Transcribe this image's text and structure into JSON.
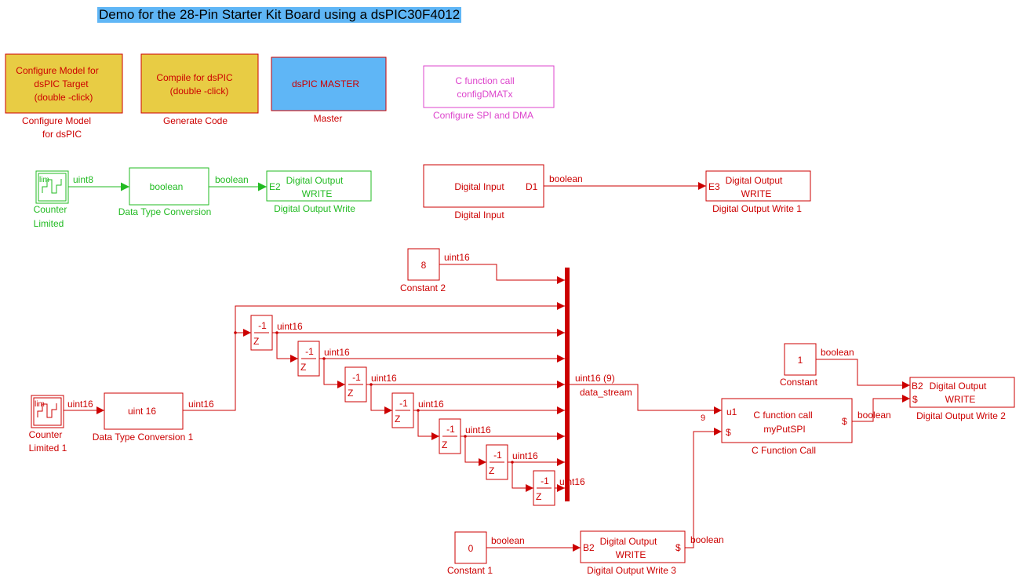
{
  "title": "Demo for the 28-Pin Starter Kit Board using a dsPIC30F4012",
  "colors": {
    "accent_red": "#cc0000",
    "green": "#22bb22",
    "magenta": "#dd44cc",
    "config_fill": "#e8cc44",
    "master_fill": "#5fb6f6",
    "title_bg": "#5fb6f6"
  },
  "config_blocks": {
    "configure": {
      "lines": [
        "Configure Model for",
        "dsPIC Target",
        "(double  -click)"
      ],
      "caption": [
        "Configure Model",
        "for dsPIC"
      ]
    },
    "compile": {
      "lines": [
        "Compile for dsPIC",
        "(double  -click)"
      ],
      "caption": "Generate Code"
    },
    "master": {
      "label": "dsPIC MASTER",
      "caption": "Master"
    },
    "cfunc_config": {
      "lines": [
        "C function call",
        "configDMATx"
      ],
      "caption": "Configure SPI and DMA"
    }
  },
  "green_chain": {
    "counter": {
      "icon_text": "lim",
      "caption": [
        "Counter",
        "Limited"
      ]
    },
    "sig1": "uint8",
    "dtc": {
      "label": "boolean",
      "caption": "Data Type Conversion"
    },
    "sig2": "boolean",
    "dout": {
      "port": "E2",
      "lines": [
        "Digital Output",
        "WRITE"
      ],
      "caption": "Digital Output Write"
    }
  },
  "input_chain": {
    "din": {
      "label": "Digital Input",
      "port": "D1",
      "caption": "Digital Input"
    },
    "sig": "boolean",
    "dout": {
      "port": "E3",
      "lines": [
        "Digital Output",
        "WRITE"
      ],
      "caption": "Digital Output Write   1"
    }
  },
  "spi_chain": {
    "counter": {
      "icon_text": "lim",
      "caption": [
        "Counter",
        "Limited  1"
      ]
    },
    "sig_in": "uint16",
    "dtc": {
      "label": "uint 16",
      "caption": "Data Type Conversion   1"
    },
    "sig_out": "uint16",
    "constant2": {
      "value": "8",
      "caption": "Constant 2",
      "sig": "uint16"
    },
    "delays": [
      {
        "num": "-1",
        "den": "Z",
        "sig": "uint16"
      },
      {
        "num": "-1",
        "den": "Z",
        "sig": "uint16"
      },
      {
        "num": "-1",
        "den": "Z",
        "sig": "uint16"
      },
      {
        "num": "-1",
        "den": "Z",
        "sig": "uint16"
      },
      {
        "num": "-1",
        "den": "Z",
        "sig": "uint16"
      },
      {
        "num": "-1",
        "den": "Z",
        "sig": "uint16"
      },
      {
        "num": "-1",
        "den": "Z",
        "sig": "uint16"
      }
    ],
    "mux": {
      "sig": "uint16 (9)",
      "name": "data_stream",
      "width_label": "9"
    },
    "cfunc": {
      "lines": [
        "C function call",
        "myPutSPI"
      ],
      "port_in1": "u1",
      "port_in2": "$",
      "port_out": "$",
      "caption": "C Function Call"
    },
    "constant": {
      "value": "1",
      "caption": "Constant",
      "sig": "boolean"
    },
    "dout2": {
      "port1": "B2",
      "port2": "$",
      "lines": [
        "Digital Output",
        "WRITE"
      ],
      "caption": "Digital Output Write   2"
    },
    "sig_cfunc_out": "boolean",
    "constant1": {
      "value": "0",
      "caption": "Constant 1",
      "sig": "boolean"
    },
    "dout3": {
      "port_in": "B2",
      "port_out": "$",
      "lines": [
        "Digital Output",
        "WRITE"
      ],
      "caption": "Digital Output Write   3",
      "sig": "boolean"
    }
  }
}
